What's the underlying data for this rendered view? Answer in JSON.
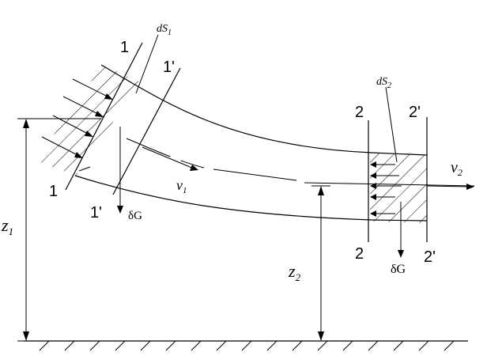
{
  "labels": {
    "section_1_top": "1",
    "section_1_bottom": "1",
    "section_1p_top": "1'",
    "section_1p_bottom": "1'",
    "section_2_top": "2",
    "section_2_bottom": "2",
    "section_2p_top": "2'",
    "section_2p_bottom": "2'",
    "ds1_base": "dS",
    "ds1_sub": "1",
    "ds2_base": "dS",
    "ds2_sub": "2",
    "v1_base": "v",
    "v1_sub": "1",
    "v2_base": "v",
    "v2_sub": "2",
    "z1_base": "z",
    "z1_sub": "1",
    "z2_base": "z",
    "z2_sub": "2",
    "dG_left": "δG",
    "dG_right": "δG"
  }
}
